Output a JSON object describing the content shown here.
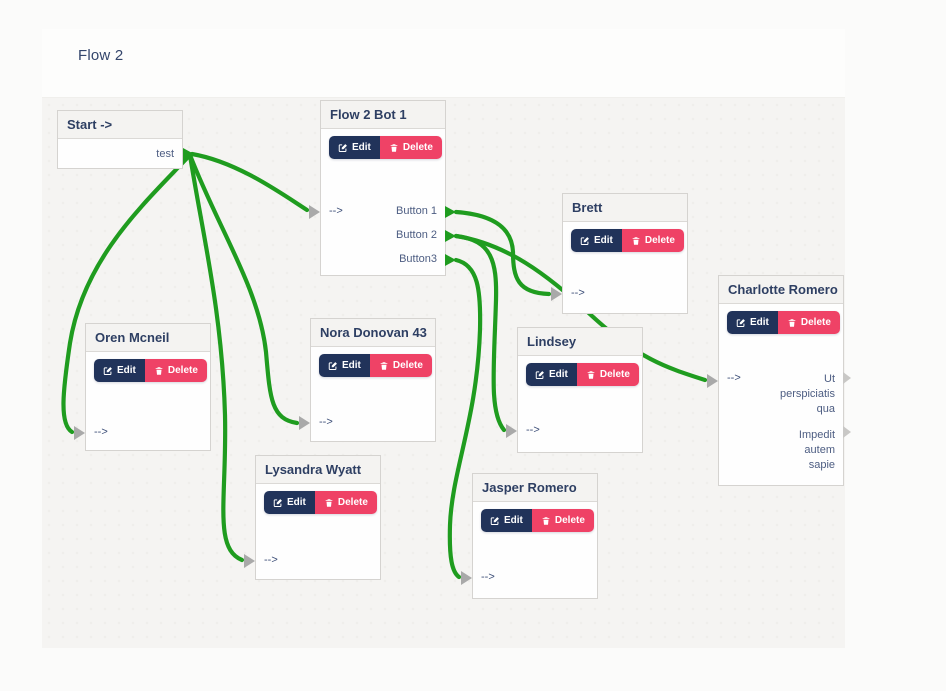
{
  "page": {
    "title": "Flow 2"
  },
  "ui": {
    "edit": "Edit",
    "delete": "Delete"
  },
  "colors": {
    "connection_green": "#1f9c1f",
    "edit_button": "#21335a",
    "delete_button": "#ef4266",
    "node_header_text": "#2e3f63",
    "canvas_bg": "#f5f4f2"
  },
  "nodes": [
    {
      "title": "Start ->",
      "outputs": [
        "test"
      ]
    },
    {
      "title": "Flow 2 Bot 1",
      "input": "-->",
      "outputs": [
        "Button 1",
        "Button 2",
        "Button3"
      ]
    },
    {
      "title": "Brett",
      "input": "-->",
      "outputs": []
    },
    {
      "title": "Charlotte Romero",
      "input": "-->",
      "outputs": [
        "Ut\nperspiciatis\nqua",
        "Impedit\nautem\nsapie"
      ]
    },
    {
      "title": "Oren Mcneil",
      "input": "-->",
      "outputs": []
    },
    {
      "title": "Nora Donovan 43",
      "input": "-->",
      "outputs": []
    },
    {
      "title": "Lindsey",
      "input": "-->",
      "outputs": []
    },
    {
      "title": "Lysandra Wyatt",
      "input": "-->",
      "outputs": []
    },
    {
      "title": "Jasper Romero",
      "input": "-->",
      "outputs": []
    }
  ],
  "connections": [
    {
      "from": "Start -> / test",
      "to": "Flow 2 Bot 1"
    },
    {
      "from": "Start -> / test",
      "to": "Oren Mcneil"
    },
    {
      "from": "Start -> / test",
      "to": "Nora Donovan 43"
    },
    {
      "from": "Start -> / test",
      "to": "Lysandra Wyatt"
    },
    {
      "from": "Flow 2 Bot 1 / Button 1",
      "to": "Brett"
    },
    {
      "from": "Flow 2 Bot 1 / Button 2",
      "to": "Charlotte Romero"
    },
    {
      "from": "Flow 2 Bot 1 / Button 2",
      "to": "Lindsey"
    },
    {
      "from": "Flow 2 Bot 1 / Button3",
      "to": "Jasper Romero"
    }
  ]
}
